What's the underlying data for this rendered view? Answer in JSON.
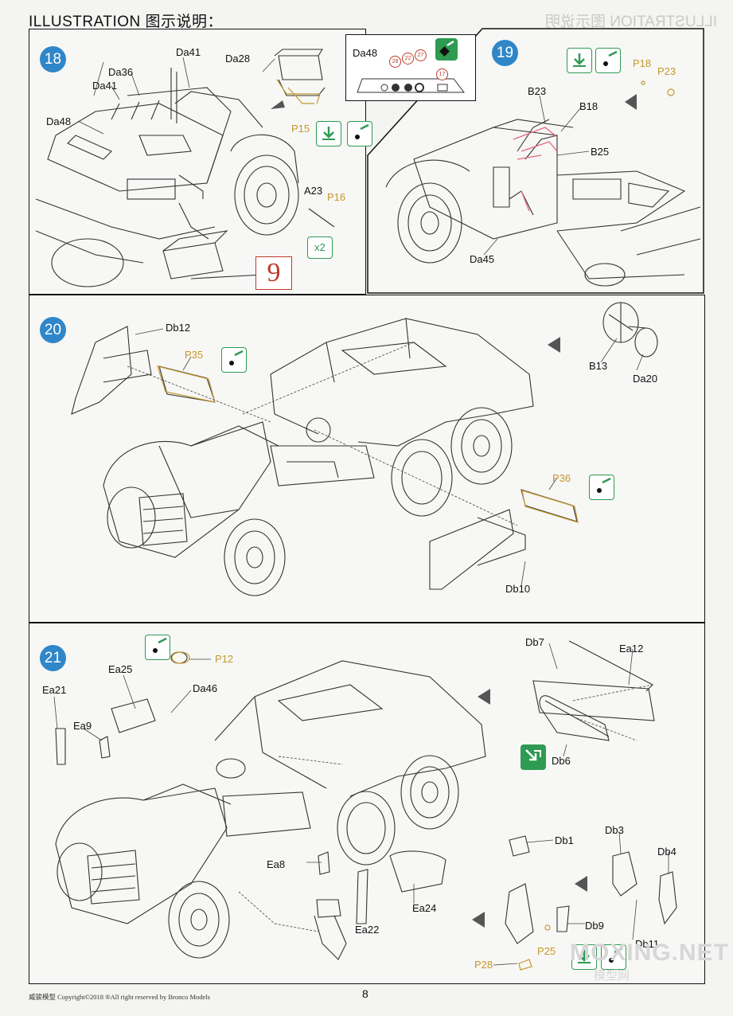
{
  "header": {
    "title": "ILLUSTRATION 图示说明："
  },
  "steps": {
    "s18": {
      "number": "18",
      "labels": {
        "da41_top": "Da41",
        "da36": "Da36",
        "da41_left": "Da41",
        "da28": "Da28",
        "da48_left": "Da48",
        "p15": "P15",
        "a23": "A23",
        "p16": "P16",
        "x2": "x2"
      },
      "inset_label": "Da48",
      "inset_circles": [
        "28",
        "22",
        "27",
        "17"
      ],
      "ref_step": "9"
    },
    "s19": {
      "number": "19",
      "labels": {
        "p18": "P18",
        "p23": "P23",
        "b23": "B23",
        "b18": "B18",
        "b25": "B25",
        "da45": "Da45"
      }
    },
    "s20": {
      "number": "20",
      "labels": {
        "db12": "Db12",
        "p35": "P35",
        "b13": "B13",
        "da20": "Da20",
        "p36": "P36",
        "db10": "Db10"
      }
    },
    "s21": {
      "number": "21",
      "labels": {
        "p12": "P12",
        "ea25": "Ea25",
        "ea21": "Ea21",
        "da46": "Da46",
        "ea9": "Ea9",
        "ea8": "Ea8",
        "ea22": "Ea22",
        "ea24": "Ea24",
        "db7": "Db7",
        "ea12": "Ea12",
        "db6": "Db6",
        "db1": "Db1",
        "db3": "Db3",
        "db4": "Db4",
        "db9": "Db9",
        "db11": "Db11",
        "p25": "P25",
        "p28": "P28"
      }
    }
  },
  "footer": {
    "copyright": "威骏模型  Copyright©2018  ®All right reserved by Bronco Models",
    "page": "8"
  },
  "watermark": {
    "site": "MOXING.NET",
    "site_cn": "模型网"
  },
  "colors": {
    "step_blue": "#2f86c8",
    "paint_green": "#2e9a52",
    "part_yellow": "#c4982c",
    "ref_red": "#c0392b"
  },
  "icons": [
    "glue-icon",
    "paint-icon",
    "cement-icon",
    "x2-badge"
  ]
}
